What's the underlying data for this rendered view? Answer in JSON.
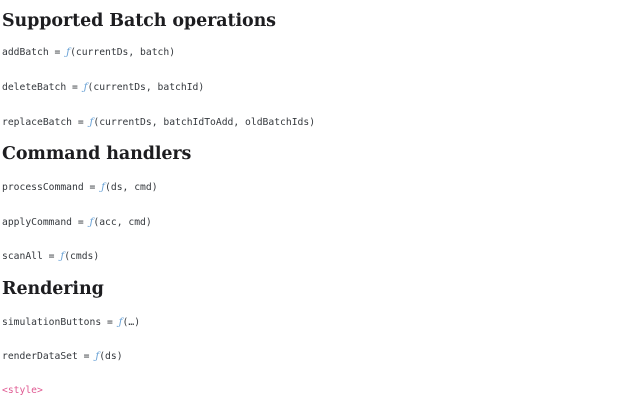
{
  "document": {
    "background_color": "#ffffff",
    "heading_color": "#1d1d20",
    "code_color": "#34383d",
    "fn_color": "#6ba3d6",
    "tag_color": "#e05a92",
    "fn_glyph": "ƒ"
  },
  "sections": [
    {
      "heading": "Supported Batch operations",
      "entries": [
        {
          "name": "addBatch",
          "eq": " = ",
          "args": "(currentDs, batch)"
        },
        {
          "name": "deleteBatch",
          "eq": " = ",
          "args": "(currentDs, batchId)"
        },
        {
          "name": "replaceBatch",
          "eq": " = ",
          "args": "(currentDs, batchIdToAdd, oldBatchIds)"
        }
      ]
    },
    {
      "heading": "Command handlers",
      "entries": [
        {
          "name": "processCommand",
          "eq": " = ",
          "args": "(ds, cmd)"
        },
        {
          "name": "applyCommand",
          "eq": " = ",
          "args": "(acc, cmd)"
        },
        {
          "name": "scanAll",
          "eq": " = ",
          "args": "(cmds)"
        }
      ]
    },
    {
      "heading": "Rendering",
      "entries": [
        {
          "name": "simulationButtons",
          "eq": " = ",
          "args": "(…)"
        },
        {
          "name": "renderDataSet",
          "eq": " = ",
          "args": "(ds)"
        }
      ]
    }
  ],
  "trailing": {
    "tag_text": "<style>"
  }
}
